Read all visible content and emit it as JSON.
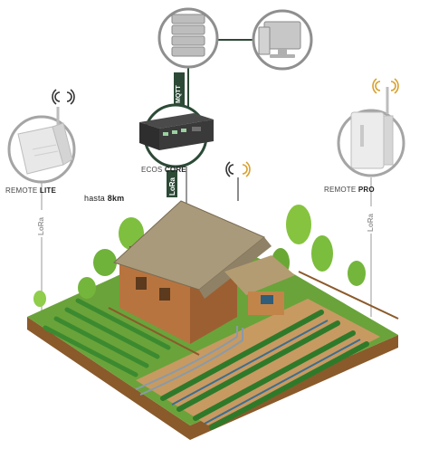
{
  "labels": {
    "remote_lite_prefix": "REMOTE",
    "remote_lite_name": "LITE",
    "remote_pro_prefix": "REMOTE",
    "remote_pro_name": "PRO",
    "ecos_core_prefix": "ECOS",
    "ecos_core_name": "CORE",
    "range_prefix": "hasta",
    "range_value": "8km",
    "mqtt": "MQTT",
    "lora_left": "LoRa",
    "lora_center": "LoRa",
    "lora_right": "LoRa"
  },
  "icons": {
    "server": "server-icon",
    "computer": "computer-icon",
    "gateway": "ecos-core-gateway",
    "remote_lite": "remote-lite-device",
    "remote_pro": "remote-pro-device",
    "wifi": "signal-icon"
  },
  "colors": {
    "accent": "#2f5d3a",
    "line": "#2c4a36",
    "device_ring": "#9a9a9a",
    "signal_gold": "#d9a02b",
    "signal_dark": "#333333",
    "grass": "#6aa33a",
    "soil": "#c79a62"
  }
}
